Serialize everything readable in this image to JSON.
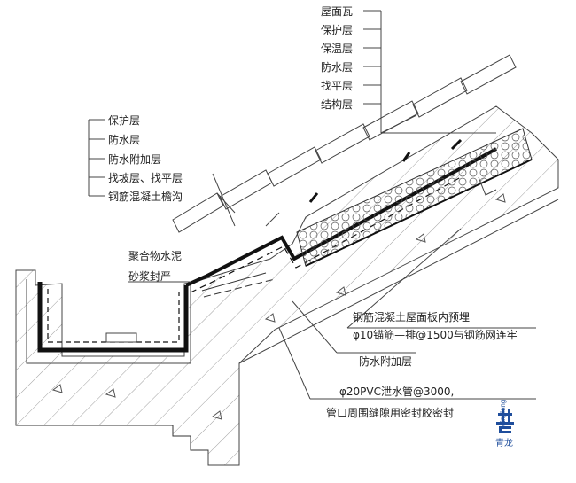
{
  "labels_top_right": [
    {
      "key": "tile",
      "text": "屋面瓦"
    },
    {
      "key": "protect",
      "text": "保护层"
    },
    {
      "key": "insulation",
      "text": "保温层"
    },
    {
      "key": "waterproof",
      "text": "防水层"
    },
    {
      "key": "leveling",
      "text": "找平层"
    },
    {
      "key": "structure",
      "text": "结构层"
    }
  ],
  "labels_left": [
    {
      "key": "protect",
      "text": "保护层"
    },
    {
      "key": "waterproof",
      "text": "防水层"
    },
    {
      "key": "waterproof_add",
      "text": "防水附加层"
    },
    {
      "key": "slope",
      "text": "找坡层、找平层"
    },
    {
      "key": "gutter",
      "text": "钢筋混凝土檐沟"
    }
  ],
  "mortar_note": [
    "聚合物水泥",
    "砂浆封严"
  ],
  "right_notes": {
    "embedded": "钢筋混凝土屋面板内预埋",
    "anchor": "φ10锚筋—排@1500与钢筋网连牢",
    "waterproof_add": "防水附加层",
    "pvc_line1": "φ20PVC泄水管@3000,",
    "pvc_line2": "管口周围缝隙用密封胶密封"
  },
  "logo": {
    "latin": "qinglong",
    "cn": "青龙",
    "color": "#1f4e9c"
  }
}
